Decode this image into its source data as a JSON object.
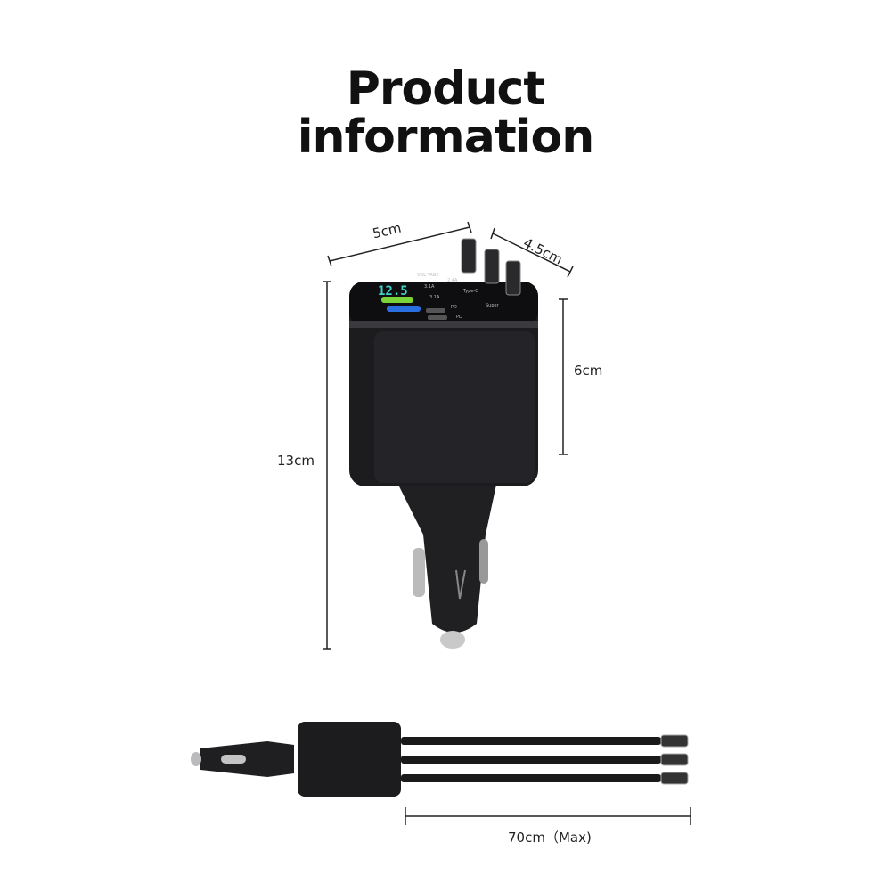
{
  "title": {
    "line1": "Product",
    "line2": "information"
  },
  "dimensions": {
    "width": "5cm",
    "depth": "4.5cm",
    "head_height": "6cm",
    "total_height": "13cm",
    "cable_length": "70cm（Max)"
  },
  "device_labels": {
    "display": "12.5",
    "voltage": "VOL TAGE",
    "usb1": "3.1A",
    "usb2": "3.1A",
    "pd1": "PD",
    "pd2": "PD",
    "cable1": "2.4A",
    "cable2": "Type-C",
    "cable3": "Super"
  },
  "colors": {
    "display": "#3fd0c8",
    "usb_green": "#7bd33a",
    "usb_blue": "#2a6fe0",
    "body": "#1c1c1e"
  }
}
